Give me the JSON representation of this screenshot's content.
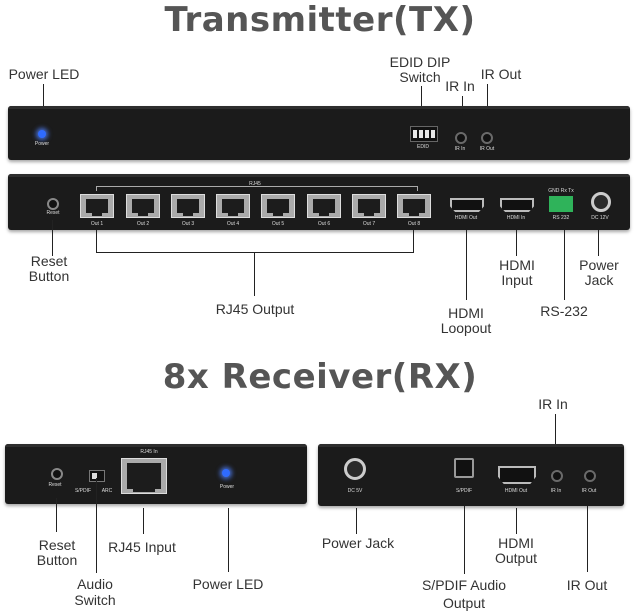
{
  "tx": {
    "title": "Transmitter(TX)",
    "labels": {
      "power_led": "Power LED",
      "edid_line1": "EDID DIP",
      "edid_line2": "Switch",
      "ir_in": "IR In",
      "ir_out": "IR Out",
      "reset_line1": "Reset",
      "reset_line2": "Button",
      "rj45_output": "RJ45 Output",
      "hdmi_loopout_line1": "HDMI",
      "hdmi_loopout_line2": "Loopout",
      "hdmi_input_line1": "HDMI",
      "hdmi_input_line2": "Input",
      "rs232": "RS-232",
      "power_jack_line1": "Power",
      "power_jack_line2": "Jack"
    },
    "panel_text": {
      "power": "Power",
      "edid": "EDID",
      "ir_in": "IR In",
      "ir_out": "IR Out",
      "reset": "Reset",
      "rj45": "RJ45",
      "ports": [
        "Out 1",
        "Out 2",
        "Out 3",
        "Out 4",
        "Out 5",
        "Out 6",
        "Out 7",
        "Out 8"
      ],
      "hdmi_out": "HDMI Out",
      "hdmi_in": "HDMI In",
      "rs232_header": "GND Rx Tx",
      "rs232": "RS 232",
      "dc": "DC 12V"
    }
  },
  "rx": {
    "title": "8x Receiver(RX)",
    "labels": {
      "ir_in": "IR In",
      "reset_line1": "Reset",
      "reset_line2": "Button",
      "rj45_input": "RJ45 Input",
      "audio_line1": "Audio",
      "audio_line2": "Switch",
      "power_led": "Power LED",
      "power_jack": "Power Jack",
      "hdmi_output_line1": "HDMI",
      "hdmi_output_line2": "Output",
      "spdif_line1": "S/PDIF Audio",
      "spdif_line2": "Output",
      "ir_out": "IR Out"
    },
    "panel_text": {
      "reset": "Reset",
      "spdif": "S/PDIF",
      "arc": "ARC",
      "rj45_in": "RJ45 In",
      "power": "Power",
      "dc": "DC 5V",
      "spdif2": "S/PDIF",
      "hdmi_out": "HDMI Out",
      "ir_in": "IR In",
      "ir_out": "IR Out"
    }
  },
  "colors": {
    "led": "#2f6bff",
    "terminal": "#2fb35a",
    "device": "#1b1b1b"
  }
}
